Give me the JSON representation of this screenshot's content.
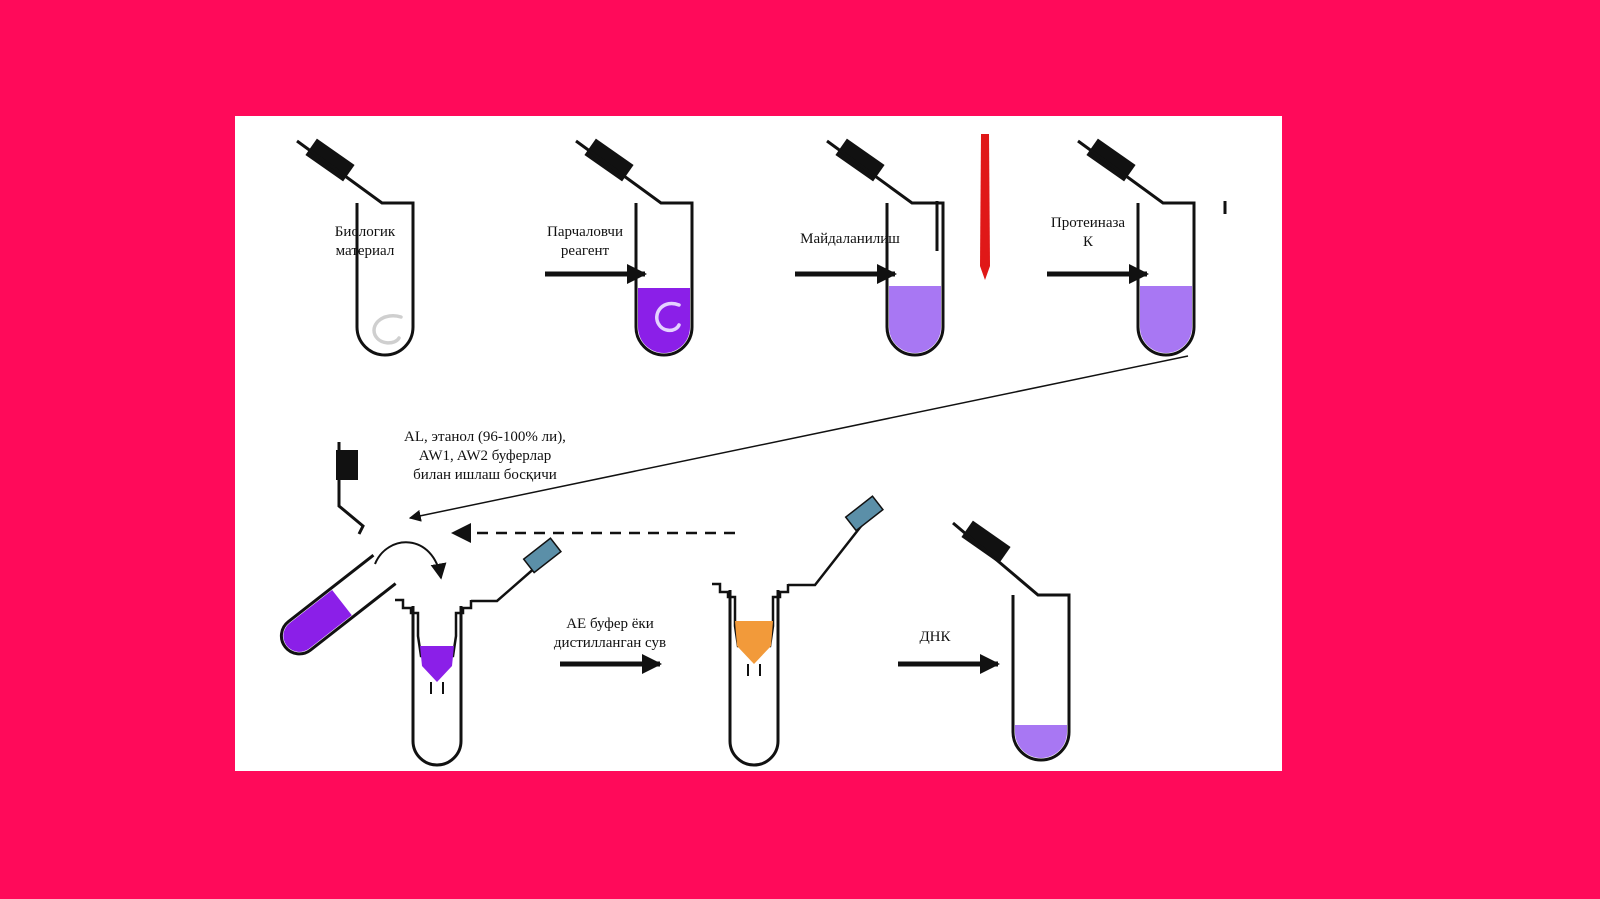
{
  "colors": {
    "background": "#ff0a5a",
    "panel": "#ffffff",
    "cap": "#111111",
    "column_cap": "#5b8fa8",
    "lysate": "#8b1fe8",
    "solution": "#a877f3",
    "eluate": "#f29a3a",
    "pestle": "#e01818",
    "sample": "#d8d8d8"
  },
  "steps": {
    "s1": {
      "line1": "Биологик",
      "line2": "материал"
    },
    "s2": {
      "line1": "Парчаловчи",
      "line2": "реагент"
    },
    "s3": {
      "line1": "Майдаланилиш"
    },
    "s4": {
      "line1": "Протеиназа",
      "line2": "К"
    },
    "s5": {
      "line1": "AL, этанол (96-100% ли),",
      "line2": "AW1, AW2 буферлар",
      "line3": "билан ишлаш босқичи"
    },
    "s6": {
      "line1": "AE буфер ёки",
      "line2": "дистилланган сув"
    },
    "s7": {
      "line1": "ДНК"
    }
  }
}
